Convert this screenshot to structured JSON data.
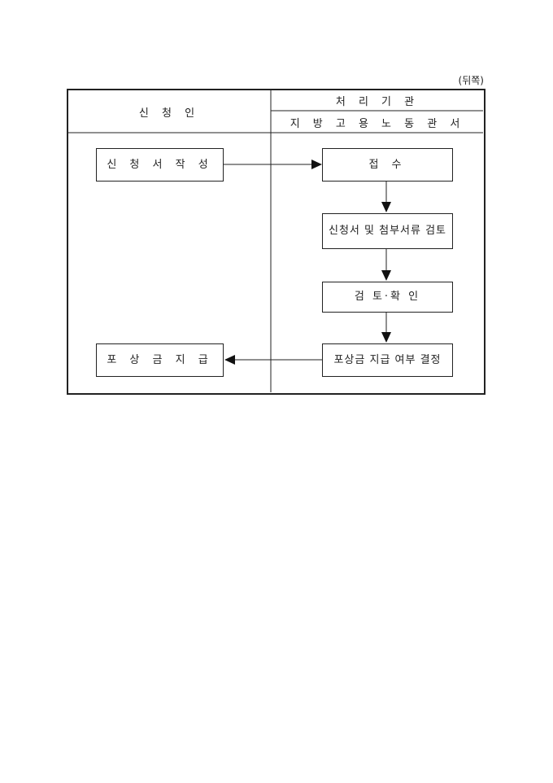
{
  "page_note": "(뒤쪽)",
  "header": {
    "applicant": "신 청 인",
    "agency": "처 리 기 관",
    "office": "지 방 고 용 노 동 관 서"
  },
  "applicant_steps": [
    "신 청 서 작 성",
    "포 상 금 지 급"
  ],
  "agency_steps": [
    "접 수",
    "신청서 및 첨부서류 검토",
    "검 토·확 인",
    "포상금 지급 여부 결정"
  ]
}
